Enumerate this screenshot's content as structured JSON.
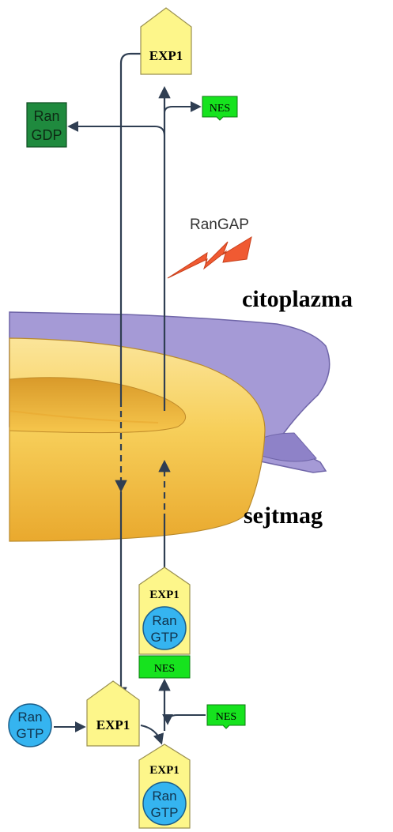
{
  "labels": {
    "cytoplasm": "citoplazma",
    "nucleus": "sejtmag",
    "rangap": "RanGAP"
  },
  "exp1": {
    "label": "EXP1"
  },
  "nes": {
    "label": "NES"
  },
  "ran": {
    "line1": "Ran",
    "gtp": "GTP",
    "gdp": "GDP"
  },
  "colors": {
    "exp1_fill": "#fdf68a",
    "nes_fill": "#16e31e",
    "ran_gtp_fill": "#35b4f0",
    "ran_gdp_fill": "#1f8a3e",
    "envelope_fill": "#a59ad6",
    "pore_fill": "#f8cf55",
    "rangap_fill": "#f05a32",
    "arrow": "#2f3e52"
  }
}
